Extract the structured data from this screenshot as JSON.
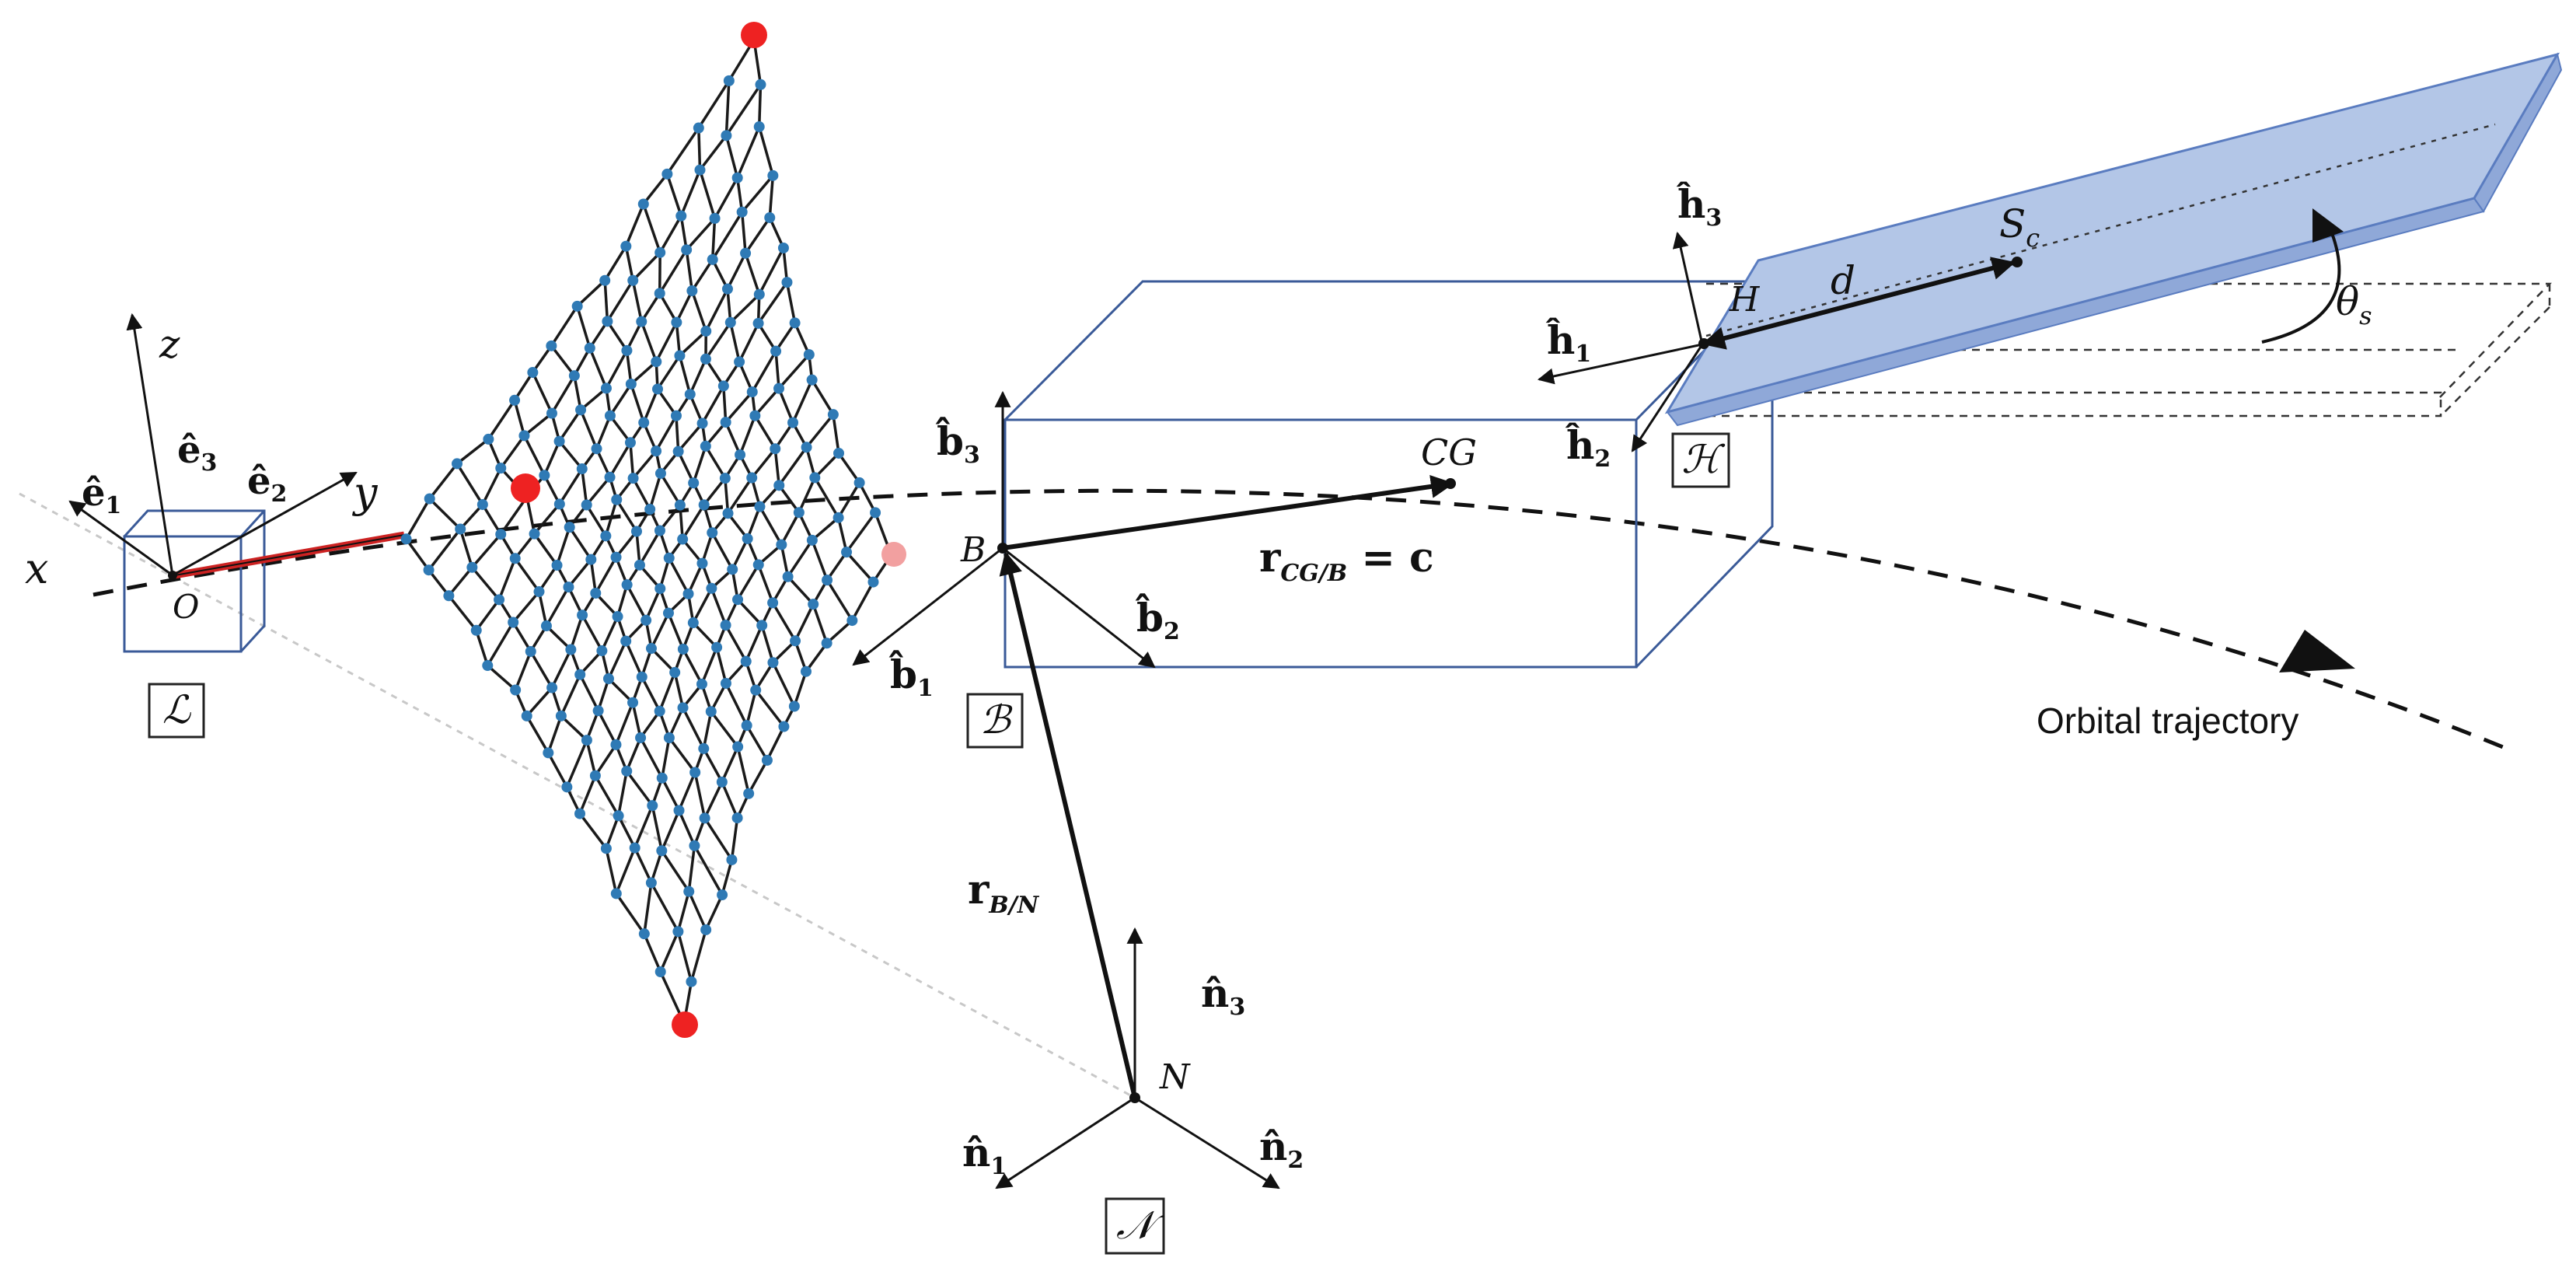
{
  "colors": {
    "net_node": "#2f7ab5",
    "net_line": "#1a1a1a",
    "tip_mass": "#ee2222",
    "tip_mass_faded": "#f2a0a0",
    "tether": "#cc2222",
    "body_box": "#3a5a98",
    "solar_panel_fill": "#b3c6e7",
    "solar_panel_edge": "#5a7cc0"
  },
  "frames": {
    "launcher": {
      "box_label": "ℒ",
      "origin": "O",
      "axes": {
        "x": "x",
        "y": "y",
        "z": "z"
      },
      "unit_vectors": {
        "e1": {
          "base": "ê",
          "sub": "1"
        },
        "e2": {
          "base": "ê",
          "sub": "2"
        },
        "e3": {
          "base": "ê",
          "sub": "3"
        }
      }
    },
    "body": {
      "box_label": "ℬ",
      "origin": "B",
      "unit_vectors": {
        "b1": {
          "base": "b̂",
          "sub": "1"
        },
        "b2": {
          "base": "b̂",
          "sub": "2"
        },
        "b3": {
          "base": "b̂",
          "sub": "3"
        }
      }
    },
    "inertial": {
      "box_label": "𝒩",
      "origin": "N",
      "unit_vectors": {
        "n1": {
          "base": "n̂",
          "sub": "1"
        },
        "n2": {
          "base": "n̂",
          "sub": "2"
        },
        "n3": {
          "base": "n̂",
          "sub": "3"
        }
      }
    },
    "hinge": {
      "box_label": "ℋ",
      "origin": "H",
      "unit_vectors": {
        "h1": {
          "base": "ĥ",
          "sub": "1"
        },
        "h2": {
          "base": "ĥ",
          "sub": "2"
        },
        "h3": {
          "base": "ĥ",
          "sub": "3"
        }
      }
    }
  },
  "points": {
    "cg": "CG",
    "sc": {
      "base": "S",
      "sub": "c"
    },
    "d": "d",
    "theta": {
      "base": "θ",
      "sub": "s"
    }
  },
  "vectors": {
    "r_cg_b": {
      "base": "r",
      "sub": "CG/B",
      "rest": " = c"
    },
    "r_b_n": {
      "base": "r",
      "sub": "B/N"
    }
  },
  "trajectory_label": "Orbital trajectory"
}
